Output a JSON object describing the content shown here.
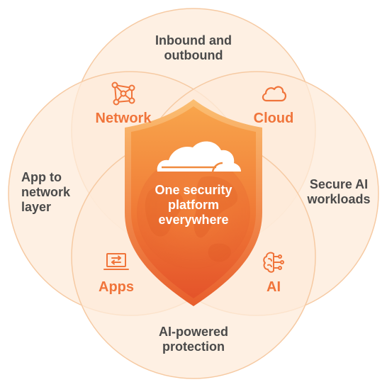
{
  "diagram": {
    "center": {
      "line1": "One security",
      "line2": "platform",
      "line3": "everywhere",
      "logo_icon": "cloudflare-cloud-logo"
    },
    "outer_labels": {
      "top": {
        "line1": "Inbound and",
        "line2": "outbound"
      },
      "left": {
        "line1": "App to",
        "line2": "network",
        "line3": "layer"
      },
      "right": {
        "line1": "Secure AI",
        "line2": "workloads"
      },
      "bottom": {
        "line1": "AI-powered",
        "line2": "protection"
      }
    },
    "pillars": {
      "network": {
        "label": "Network",
        "icon": "network-nodes-icon"
      },
      "cloud": {
        "label": "Cloud",
        "icon": "cloud-icon"
      },
      "apps": {
        "label": "Apps",
        "icon": "apps-laptop-icon"
      },
      "ai": {
        "label": "AI",
        "icon": "brain-circuit-icon"
      }
    },
    "colors": {
      "circle_fill": "#fde9d6",
      "circle_stroke": "#f7cda8",
      "accent": "#f0743a",
      "shield_top": "#f7a24a",
      "shield_bottom": "#e8552a",
      "text_dark": "#4a4a4a"
    }
  }
}
